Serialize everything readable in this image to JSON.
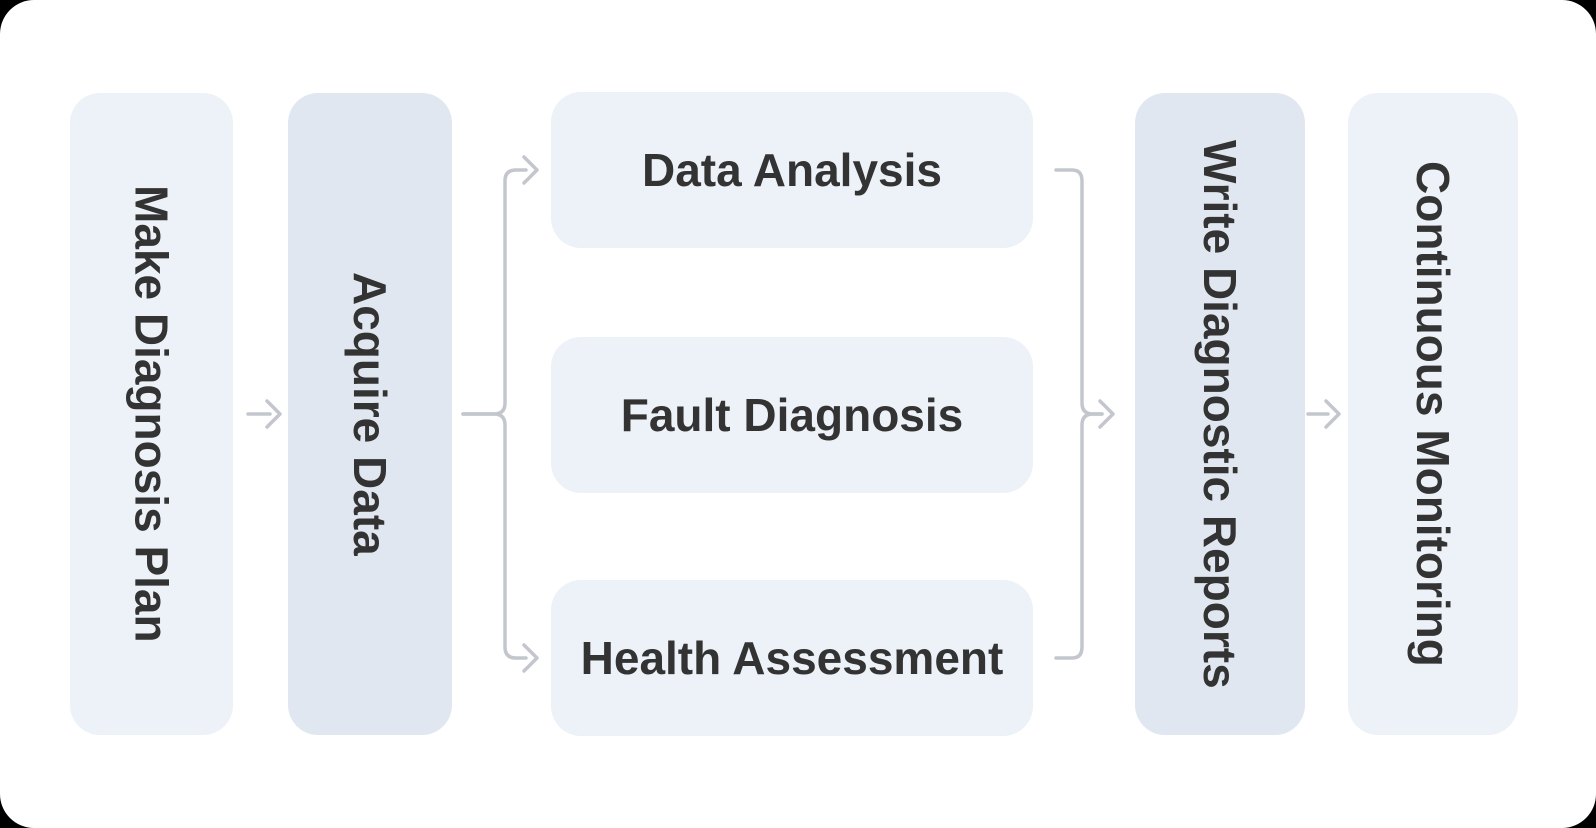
{
  "canvas": {
    "background": "#ffffff",
    "outer_background": "#000000"
  },
  "colors": {
    "node_light": "#edf1f8",
    "node_dark": "#e1e7f0",
    "label_text": "#333333",
    "connector": "#c3c7cd"
  },
  "diagram": {
    "type": "flowchart-left-to-right",
    "nodes": [
      {
        "id": "make-diagnosis-plan",
        "label": "Make Diagnosis Plan",
        "orientation": "vertical",
        "tone": "light"
      },
      {
        "id": "acquire-data",
        "label": "Acquire Data",
        "orientation": "vertical",
        "tone": "dark"
      },
      {
        "id": "data-analysis",
        "label": "Data Analysis",
        "orientation": "horizontal",
        "tone": "light"
      },
      {
        "id": "fault-diagnosis",
        "label": "Fault Diagnosis",
        "orientation": "horizontal",
        "tone": "light"
      },
      {
        "id": "health-assessment",
        "label": "Health Assessment",
        "orientation": "horizontal",
        "tone": "light"
      },
      {
        "id": "write-diagnostic-reports",
        "label": "Write Diagnostic Reports",
        "orientation": "vertical",
        "tone": "dark"
      },
      {
        "id": "continuous-monitoring",
        "label": "Continuous Monitoring",
        "orientation": "vertical",
        "tone": "light"
      }
    ],
    "edges": [
      {
        "from": "make-diagnosis-plan",
        "to": "acquire-data"
      },
      {
        "from": "acquire-data",
        "to": "data-analysis"
      },
      {
        "from": "acquire-data",
        "to": "health-assessment"
      },
      {
        "from": "data-analysis",
        "to": "write-diagnostic-reports"
      },
      {
        "from": "health-assessment",
        "to": "write-diagnostic-reports"
      },
      {
        "from": "write-diagnostic-reports",
        "to": "continuous-monitoring"
      }
    ]
  }
}
